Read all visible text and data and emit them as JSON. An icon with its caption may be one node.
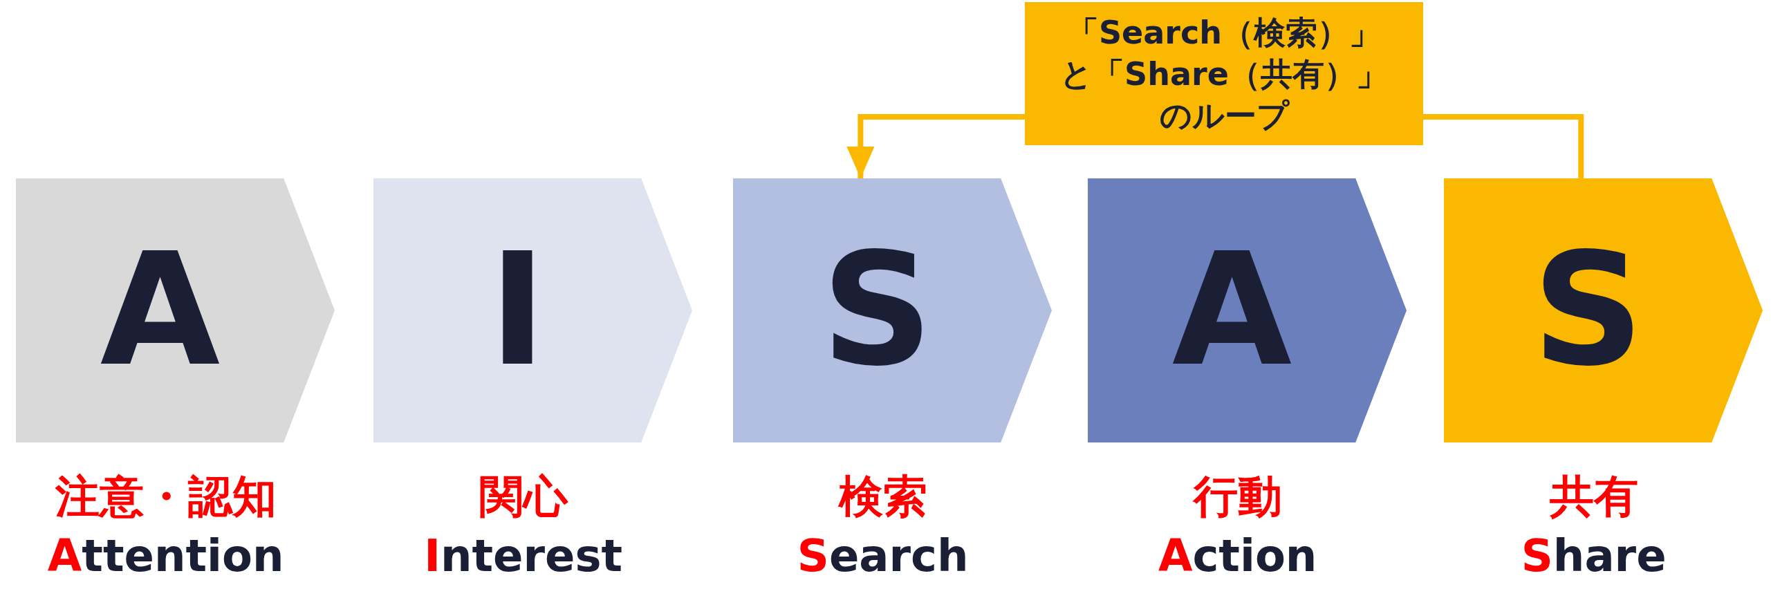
{
  "diagram": {
    "nodes": [
      {
        "text": [
          "A"
        ],
        "beside": [
          "注意・認知",
          "Attention"
        ]
      },
      {
        "text": [
          "I"
        ],
        "beside": [
          "関心",
          "Interest"
        ]
      },
      {
        "text": [
          "S"
        ],
        "beside": [
          "検索",
          "Search"
        ]
      },
      {
        "text": [
          "A"
        ],
        "beside": [
          "行動",
          "Action"
        ]
      },
      {
        "text": [
          "S"
        ],
        "beside": [
          "共有",
          "Share"
        ]
      }
    ],
    "edges": [
      {
        "from": 4,
        "to": 2,
        "arrow": "to",
        "label": "「Search（検索）」と「Share（共有）」のループ"
      }
    ]
  }
}
